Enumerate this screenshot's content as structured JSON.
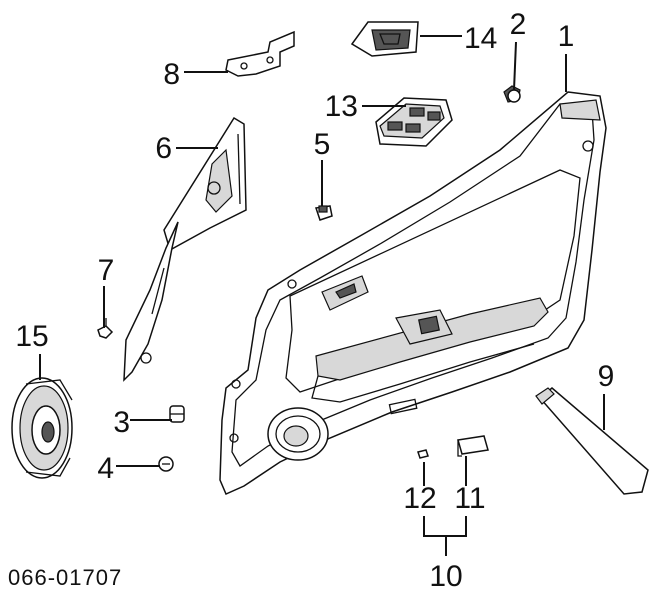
{
  "diagram": {
    "part_number": "066-01707",
    "callouts": {
      "c1": "1",
      "c2": "2",
      "c3": "3",
      "c4": "4",
      "c5": "5",
      "c6": "6",
      "c7": "7",
      "c8": "8",
      "c9": "9",
      "c10": "10",
      "c11": "11",
      "c12": "12",
      "c13": "13",
      "c14": "14",
      "c15": "15"
    }
  }
}
